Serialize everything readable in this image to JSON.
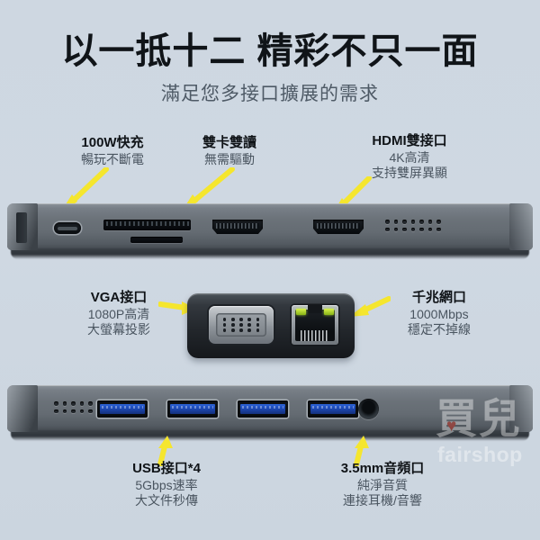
{
  "headline": {
    "title": "以一抵十二  精彩不只一面",
    "subtitle": "滿足您多接口擴展的需求"
  },
  "callouts": [
    {
      "id": "power-delivery",
      "lead": "100W快充",
      "lines": [
        "暢玩不斷電"
      ]
    },
    {
      "id": "card-reader",
      "lead": "雙卡雙讀",
      "lines": [
        "無需驅動"
      ]
    },
    {
      "id": "hdmi",
      "lead": "HDMI雙接口",
      "lines": [
        "4K高清",
        "支持雙屏異顯"
      ]
    },
    {
      "id": "vga",
      "lead": "VGA接口",
      "lines": [
        "1080P高清",
        "大螢幕投影"
      ]
    },
    {
      "id": "ethernet",
      "lead": "千兆網口",
      "lines": [
        "1000Mbps",
        "穩定不掉線"
      ]
    },
    {
      "id": "usb",
      "lead": "USB接口*4",
      "lines": [
        "5Gbps速率",
        "大文件秒傳"
      ]
    },
    {
      "id": "audio",
      "lead": "3.5mm音頻口",
      "lines": [
        "純淨音質",
        "連接耳機/音響"
      ]
    }
  ],
  "watermark": {
    "cjk": "買兒",
    "en": "fairshop",
    "heart": "♥"
  },
  "colors": {
    "background": "#ccd6e0",
    "arrow": "#f5e62e",
    "heading": "#101418",
    "subtext": "#4a5560",
    "usb_blue": "#1d49b4",
    "led_green": "#a8cf1e",
    "heart_red": "#c0392b"
  }
}
